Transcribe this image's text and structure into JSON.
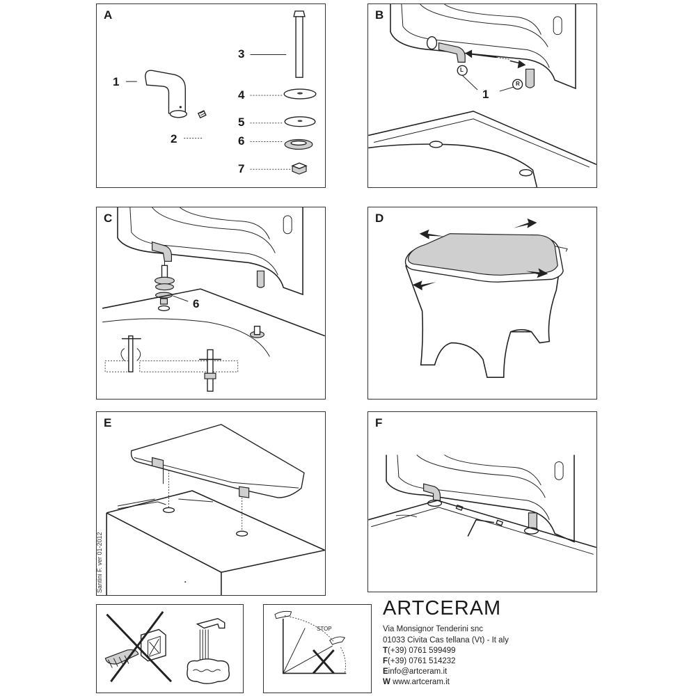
{
  "panels": {
    "a": {
      "label": "A",
      "callouts": [
        "1",
        "2",
        "3",
        "4",
        "5",
        "6",
        "7"
      ]
    },
    "b": {
      "label": "B",
      "callout": "1",
      "left_tag": "L",
      "right_tag": "R"
    },
    "c": {
      "label": "C",
      "callout": "6"
    },
    "d": {
      "label": "D"
    },
    "e": {
      "label": "E",
      "vertical_text": "Santini F. ver 01-2012"
    },
    "f": {
      "label": "F"
    }
  },
  "warnings": {
    "stop_label": "STOP"
  },
  "company": {
    "brand": "ARTCERAM",
    "address1": "Via Monsignor Tenderini snc",
    "address2": "01033 Civita Cas tellana (Vt) - It aly",
    "phone_prefix": "T",
    "phone": "(+39) 0761 599499",
    "fax_prefix": "F",
    "fax": "(+39) 0761 514232",
    "email_prefix": "E",
    "email": "info@artceram.it",
    "web_prefix": "W",
    "web": "www.artceram.it"
  }
}
